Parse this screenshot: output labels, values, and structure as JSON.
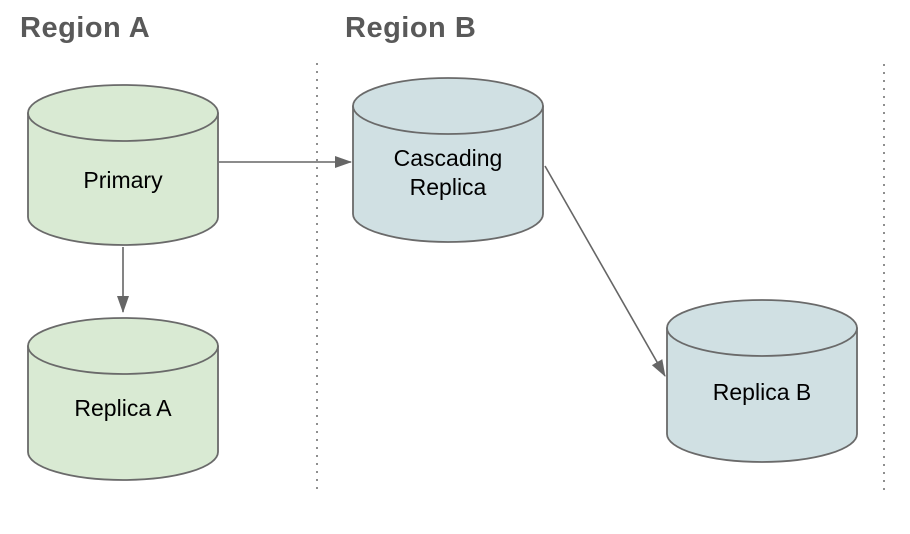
{
  "diagram": {
    "type": "architecture-diagram",
    "regions": [
      {
        "id": "region-a",
        "label": "Region A"
      },
      {
        "id": "region-b",
        "label": "Region B"
      }
    ],
    "nodes": [
      {
        "id": "primary",
        "label": "Primary",
        "region": "region-a",
        "shape": "database-cylinder"
      },
      {
        "id": "replica-a",
        "label": "Replica A",
        "region": "region-a",
        "shape": "database-cylinder"
      },
      {
        "id": "cascading-replica",
        "label": "Cascading Replica",
        "region": "region-b",
        "shape": "database-cylinder"
      },
      {
        "id": "replica-b",
        "label": "Replica B",
        "region": "region-b",
        "shape": "database-cylinder"
      }
    ],
    "edges": [
      {
        "from": "primary",
        "to": "cascading-replica",
        "style": "arrow"
      },
      {
        "from": "primary",
        "to": "replica-a",
        "style": "arrow"
      },
      {
        "from": "cascading-replica",
        "to": "replica-b",
        "style": "arrow"
      }
    ],
    "colors": {
      "region_a_node_fill": "#d9ead3",
      "region_b_node_fill": "#d0e0e3",
      "node_stroke": "#6a6a6a",
      "arrow": "#666666",
      "divider": "#8f8f8f",
      "heading_text": "#595959",
      "node_text": "#000000",
      "background": "#ffffff"
    }
  }
}
